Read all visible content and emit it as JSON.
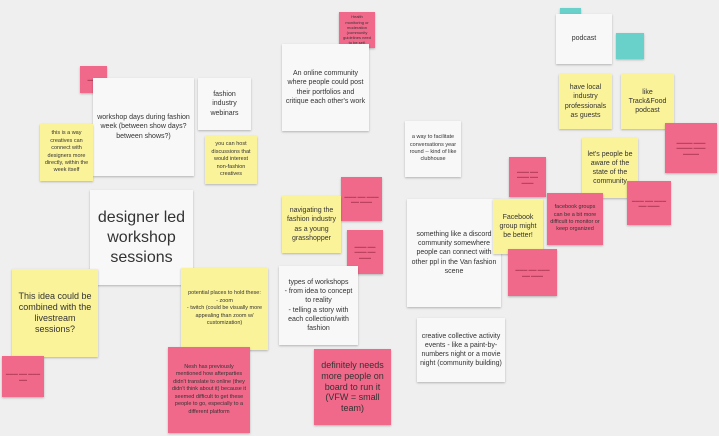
{
  "notes": {
    "n01": "Health monitoring or moderation (community guidelines need to be set)",
    "n02": "(illegible pink note)",
    "n03": "workshop days during fashion week (between show days? between shows?)",
    "n04": "fashion industry webinars",
    "n05": "An online community where people could post their portfolios and critique each other's work",
    "n06": "podcast",
    "n07": "have local industry professionals as guests",
    "n08": "like Track&Food podcast",
    "n09": "(illegible pink note)",
    "n10": "this is a way creatives can connect with designers more directly, within the week itself",
    "n11": "you can host discussions that would interest non-fashion creatives",
    "n12": "a way to facilitate conversations year round -- kind of like clubhouse",
    "n13": "(illegible pink note)",
    "n14": "let's people be aware of the state of the community",
    "n15": "(illegible pink note)",
    "n16": "(illegible pink note)",
    "n17": "facebook groups can be a bit more difficult to monitor or keep organized",
    "n18": "designer led workshop sessions",
    "n19": "navigating the fashion industry as a young grasshopper",
    "n20": "(illegible pink note)",
    "n21": "(illegible pink note)",
    "n22": "something like a discord community somewhere people can connect with other ppl in the Van fashion scene",
    "n23": "Facebook group might be better!",
    "n24": "(illegible pink note)",
    "n25": "This idea could be combined with the livestream sessions?",
    "n26": "potential places to hold these:\n- zoom\n- twitch (could be visually more appealing than zoom w/ customization)",
    "n27": "types of workshops\n- from idea to concept to reality\n- telling a story with each collection/with fashion",
    "n28": "creative collective activity events - like a paint-by-numbers night or a movie night (community building)",
    "n29": "(illegible pink note)",
    "n30": "Nesh has previously mentioned how afterparties didn't translate to online (they didn't think about it) because it seemed difficult to get these people to go, especially to a different platform",
    "n31": "definitely needs more people on board to run it (VFW = small team)"
  }
}
